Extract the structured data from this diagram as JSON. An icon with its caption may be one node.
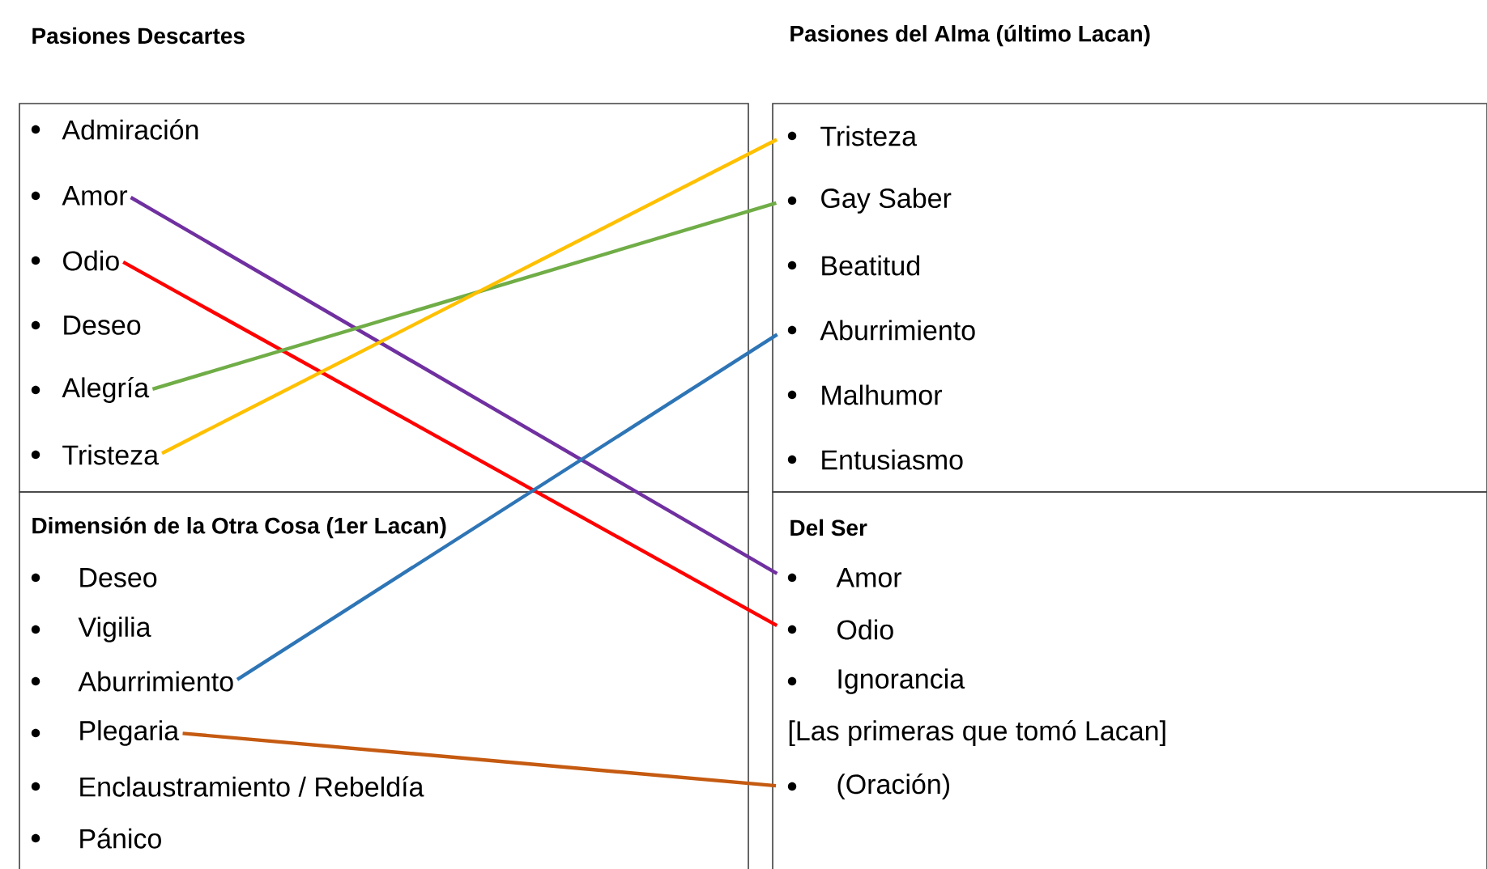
{
  "diagram": {
    "nodes": [
      {
        "text": [
          "Pasiones Descartes"
        ]
      },
      {
        "text": [
          "Admiración"
        ],
        "in": 0
      },
      {
        "text": [
          "Amor"
        ],
        "in": 0
      },
      {
        "text": [
          "Odio"
        ],
        "in": 0
      },
      {
        "text": [
          "Deseo"
        ],
        "in": 0
      },
      {
        "text": [
          "Alegría"
        ],
        "in": 0
      },
      {
        "text": [
          "Tristeza"
        ],
        "in": 0
      },
      {
        "text": [
          "Pasiones del Alma (último Lacan)"
        ]
      },
      {
        "text": [
          "Tristeza"
        ],
        "in": 7
      },
      {
        "text": [
          "Gay Saber"
        ],
        "in": 7
      },
      {
        "text": [
          "Beatitud"
        ],
        "in": 7
      },
      {
        "text": [
          "Aburrimiento"
        ],
        "in": 7
      },
      {
        "text": [
          "Malhumor"
        ],
        "in": 7
      },
      {
        "text": [
          "Entusiasmo"
        ],
        "in": 7
      },
      {
        "text": [
          "Dimensión de la Otra Cosa (1er Lacan)"
        ]
      },
      {
        "text": [
          "Deseo"
        ],
        "in": 14
      },
      {
        "text": [
          "Vigilia"
        ],
        "in": 14
      },
      {
        "text": [
          "Aburrimiento"
        ],
        "in": 14
      },
      {
        "text": [
          "Plegaria"
        ],
        "in": 14
      },
      {
        "text": [
          "Enclaustramiento / Rebeldía"
        ],
        "in": 14
      },
      {
        "text": [
          "Pánico"
        ],
        "in": 14
      },
      {
        "text": [
          "Del Ser"
        ]
      },
      {
        "text": [
          "Amor"
        ],
        "in": 21
      },
      {
        "text": [
          "Odio"
        ],
        "in": 21
      },
      {
        "text": [
          "Ignorancia"
        ],
        "in": 21
      },
      {
        "text": [
          "(Oración)"
        ],
        "in": 21
      }
    ],
    "edges": [
      {
        "from": 2,
        "to": 22,
        "arrow": "none",
        "color": "#7030a0"
      },
      {
        "from": 3,
        "to": 23,
        "arrow": "none",
        "color": "#ff0000"
      },
      {
        "from": 5,
        "to": 9,
        "arrow": "none",
        "color": "#70ad47"
      },
      {
        "from": 6,
        "to": 8,
        "arrow": "none",
        "color": "#ffc000"
      },
      {
        "from": 17,
        "to": 11,
        "arrow": "none",
        "color": "#2e75b6"
      },
      {
        "from": 18,
        "to": 25,
        "arrow": "none",
        "color": "#c55a11"
      }
    ],
    "labels": [
      "[Las primeras que tomó Lacan]"
    ]
  }
}
